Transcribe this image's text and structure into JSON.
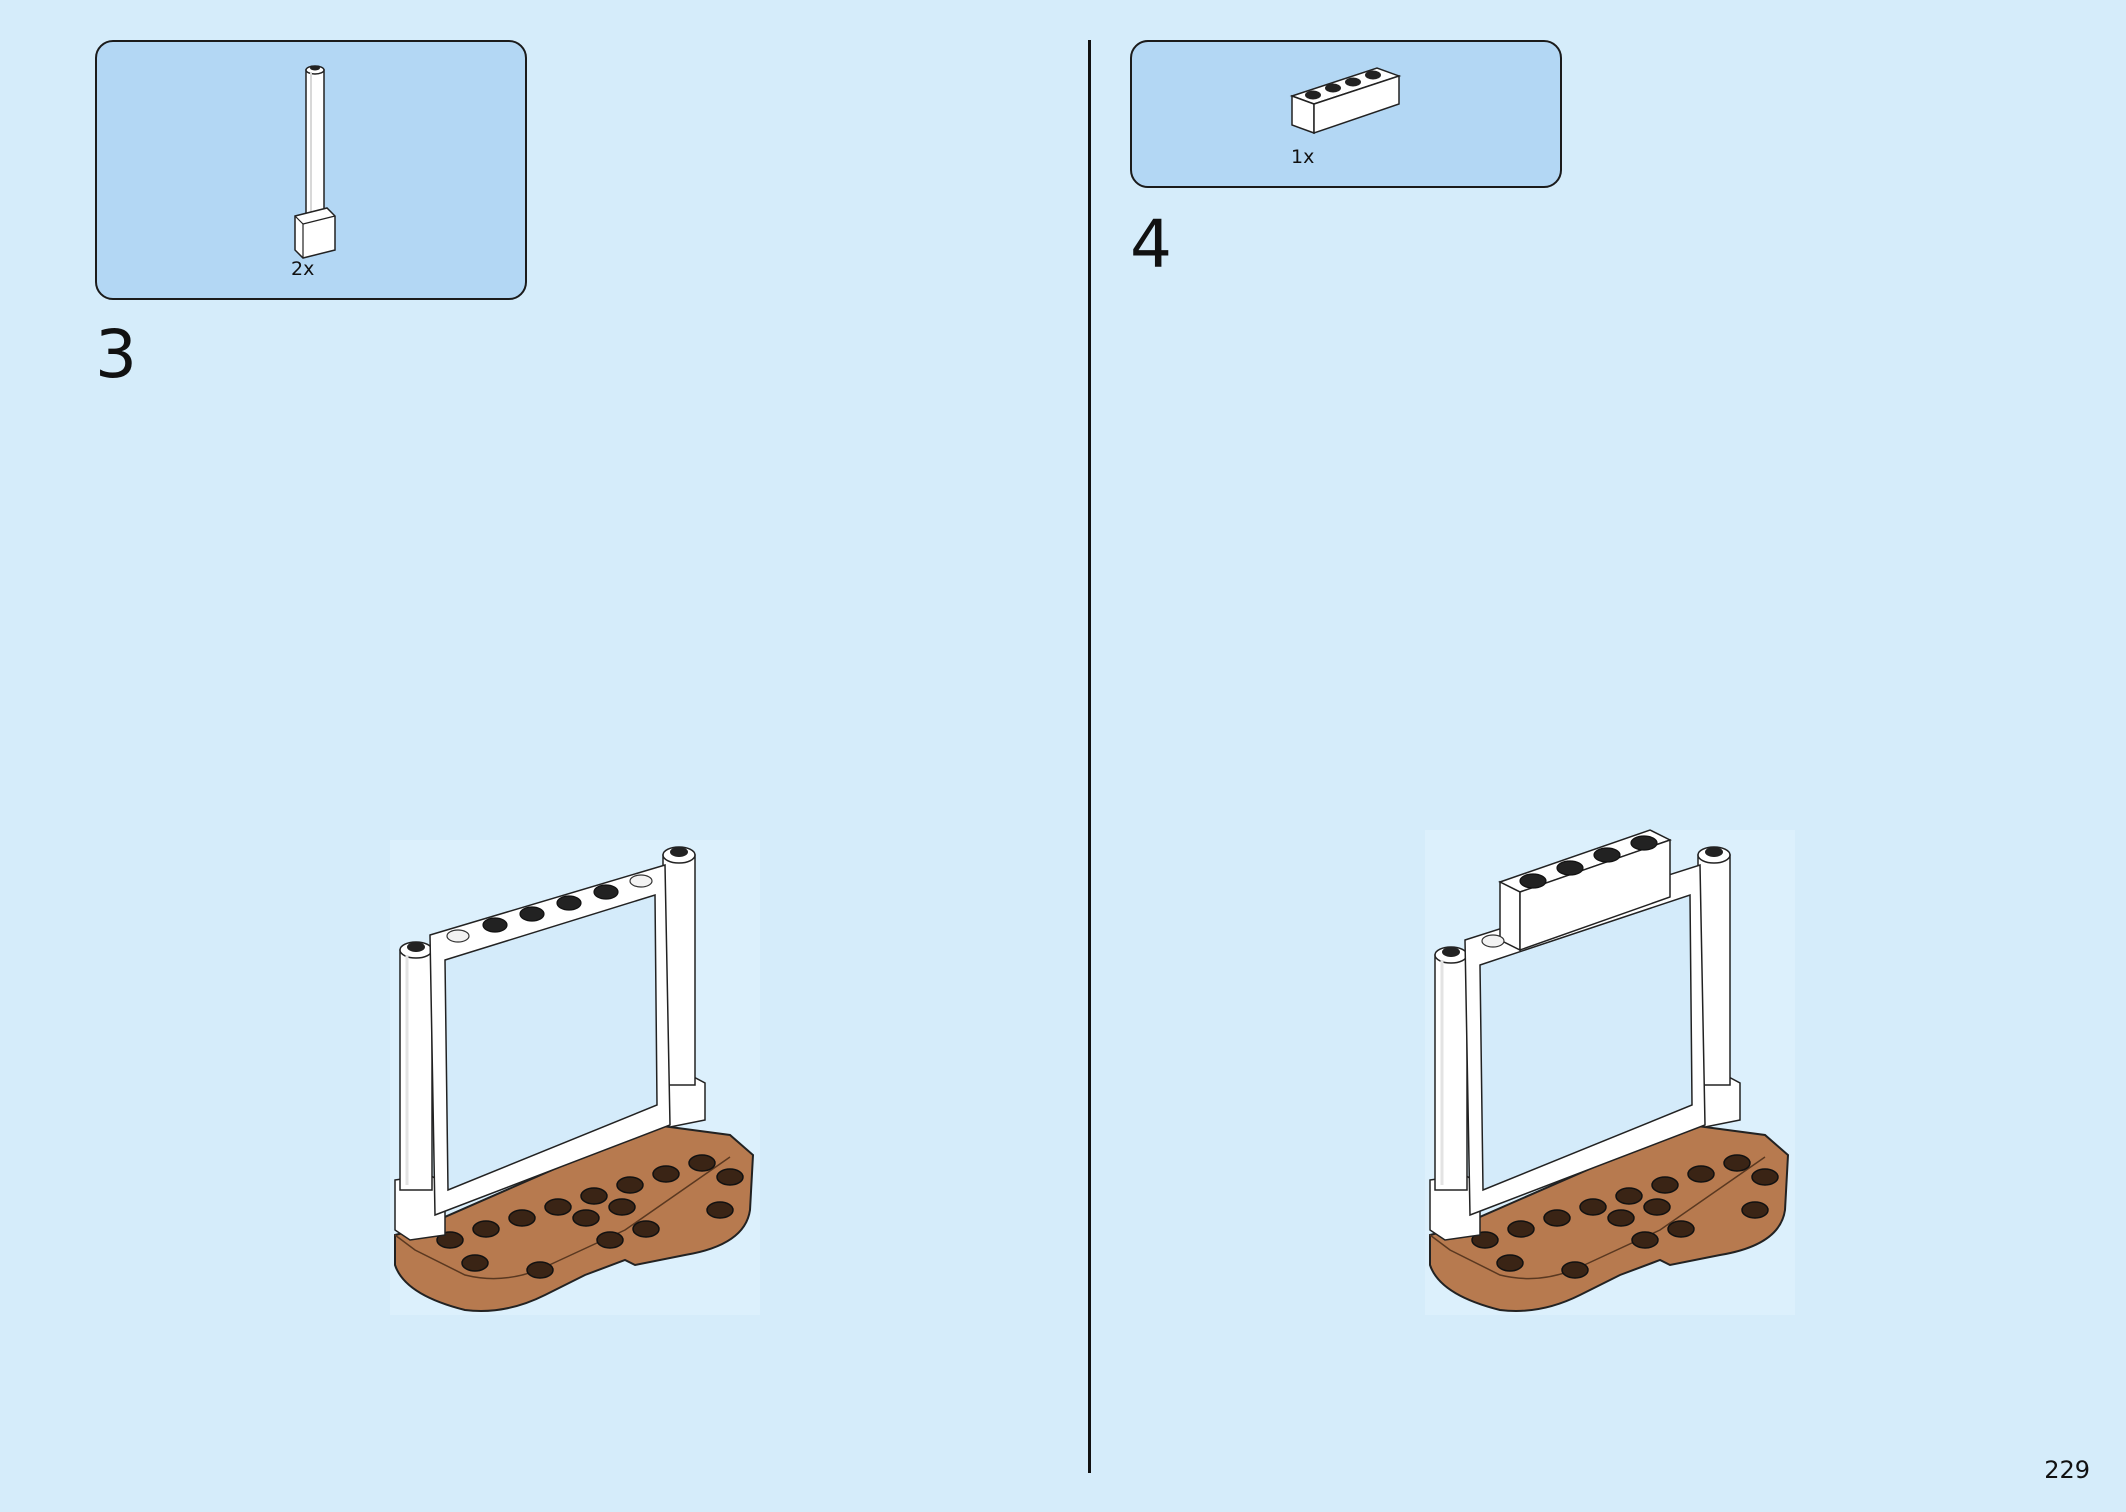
{
  "steps": [
    {
      "number": "3",
      "parts": [
        {
          "qty": "2x",
          "icon": "tall-round-pillar-icon"
        }
      ]
    },
    {
      "number": "4",
      "parts": [
        {
          "qty": "1x",
          "icon": "brick-1x4-icon"
        }
      ]
    }
  ],
  "page_number": "229",
  "colors": {
    "background": "#d5ecfa",
    "parts_box": "#b3d7f4",
    "white_brick": "#ffffff",
    "brown_plate": "#b77a4f",
    "stud_dark": "#1e1e1e"
  }
}
